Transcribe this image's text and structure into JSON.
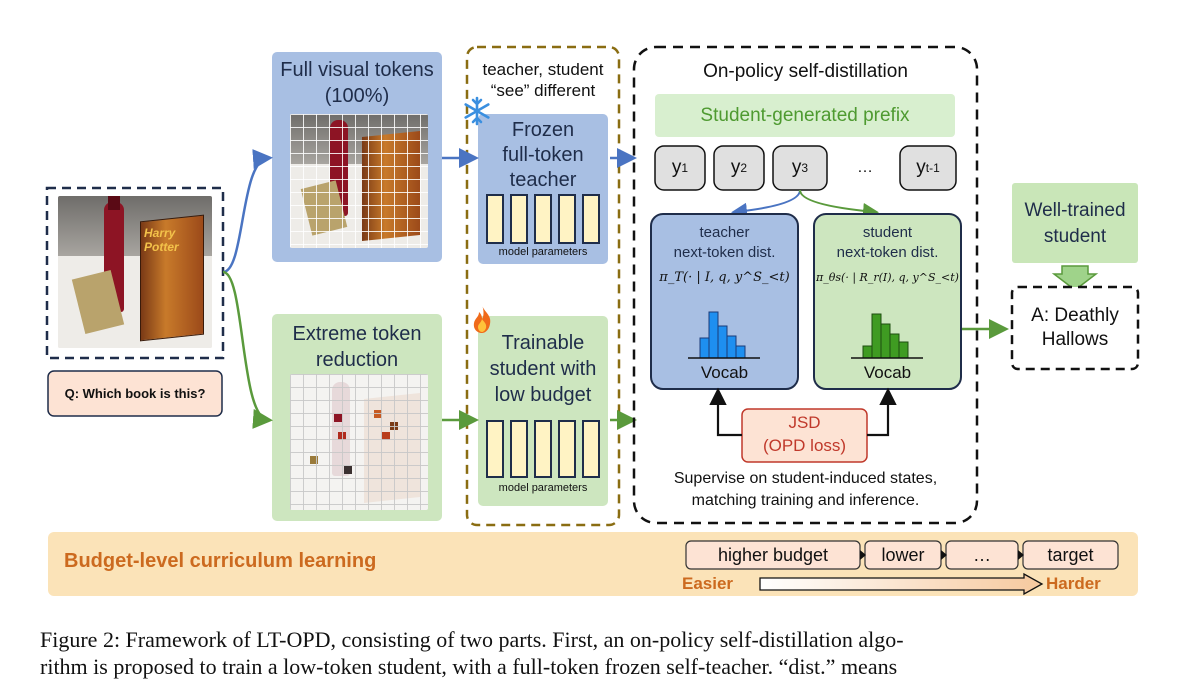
{
  "input": {
    "question": "Q: Which book is this?"
  },
  "top_branch": {
    "title_line1": "Full visual tokens",
    "title_line2": "(100%)"
  },
  "bottom_branch": {
    "title_line1": "Extreme token",
    "title_line2": "reduction"
  },
  "middle_panel": {
    "header_line1": "teacher, student",
    "header_line2": "“see” different",
    "teacher_line1": "Frozen",
    "teacher_line2": "full-token",
    "teacher_line3": "teacher",
    "student_line1": "Trainable",
    "student_line2": "student with",
    "student_line3": "low budget",
    "params_label": "model parameters",
    "teacher_icon": "snowflake-icon",
    "student_icon": "flame-icon"
  },
  "opd": {
    "title": "On-policy self-distillation",
    "prefix_label": "Student-generated prefix",
    "tokens": [
      "y",
      "y",
      "y",
      "…",
      "y"
    ],
    "token_subs": [
      "1",
      "2",
      "3",
      "",
      "t-1"
    ],
    "teacher_dist_line1": "teacher",
    "teacher_dist_line2": "next-token dist.",
    "teacher_formula": "π_T(· | I, q, y^S_<t)",
    "student_dist_line1": "student",
    "student_dist_line2": "next-token dist.",
    "student_formula": "π_θs(· | R_r(I), q, y^S_<t)",
    "vocab_label": "Vocab",
    "jsd_line1": "JSD",
    "jsd_line2": "(OPD loss)",
    "note_line1": "Supervise on student-induced states,",
    "note_line2": "matching training and inference."
  },
  "output": {
    "trained_line1": "Well-trained",
    "trained_line2": "student",
    "answer_line1": "A: Deathly",
    "answer_line2": "Hallows"
  },
  "curriculum": {
    "title": "Budget-level curriculum learning",
    "steps": [
      "higher budget",
      "lower",
      "…",
      "target"
    ],
    "easier": "Easier",
    "harder": "Harder"
  },
  "caption": {
    "line1": "Figure 2: Framework of LT-OPD, consisting of two parts. First, an on-policy self-distillation algo-",
    "line2": "rithm is proposed to train a low-token student, with a full-token frozen self-teacher. “dist.” means"
  },
  "colors": {
    "blue_box": "#a8bfe3",
    "green_box": "#cde6bf",
    "blue_arrow": "#4a74c2",
    "green_arrow": "#5a9a3c",
    "orange_text": "#cc6a1f",
    "jsd_red": "#c0392b",
    "curriculum_bg": "#fbe3b8"
  }
}
